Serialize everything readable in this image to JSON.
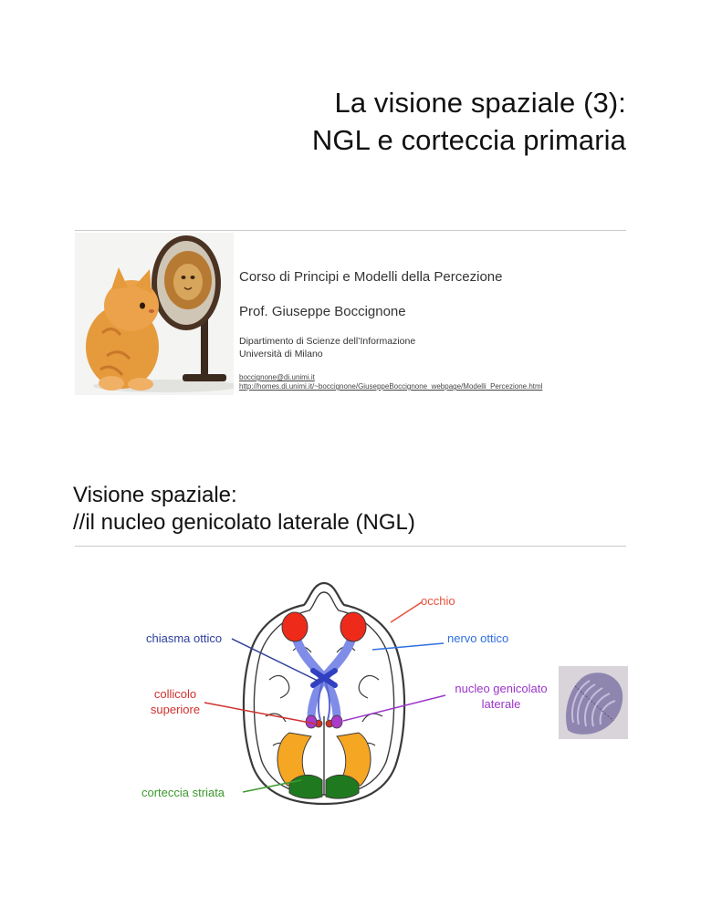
{
  "slide1": {
    "title_line1": "La visione spaziale (3):",
    "title_line2": "NGL e corteccia primaria",
    "course": "Corso di Principi e Modelli della Percezione",
    "professor": "Prof. Giuseppe Boccignone",
    "department": "Dipartimento di Scienze dell’Informazione",
    "university": "Università di Milano",
    "email": "boccignone@di.unimi.it",
    "url": "http://homes.di.unimi.it/~boccignone/GiuseppeBoccignone_webpage/Modelli_Percezione.html"
  },
  "slide2": {
    "heading_line1": "Visione spaziale:",
    "heading_line2": "//il nucleo genicolato laterale (NGL)",
    "labels": {
      "occhio": "occhio",
      "chiasma": "chiasma ottico",
      "nervo": "nervo ottico",
      "collicolo_1": "collicolo",
      "collicolo_2": "superiore",
      "ngl_1": "nucleo genicolato",
      "ngl_2": "laterale",
      "corteccia": "corteccia striata"
    },
    "colors": {
      "occhio": "#e8503a",
      "chiasma": "#2c3f9c",
      "nervo": "#2f6fe0",
      "collicolo": "#d0312d",
      "ngl": "#9b35c8",
      "corteccia": "#3e9a2f",
      "optic_tract": "#7f8ce8",
      "visual_cortex_orange": "#f5a623",
      "visual_cortex_green": "#1f7a1f"
    }
  }
}
